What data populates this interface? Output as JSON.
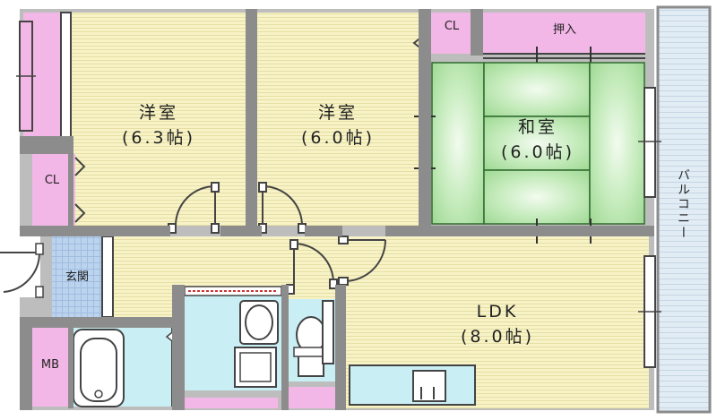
{
  "rooms": {
    "western_room_1": {
      "name": "洋室",
      "size": "(6.3帖)"
    },
    "western_room_2": {
      "name": "洋室",
      "size": "(6.0帖)"
    },
    "japanese_room": {
      "name": "和室",
      "size": "(6.0帖)"
    },
    "ldk": {
      "name": "LDK",
      "size": "(8.0帖)"
    }
  },
  "storage": {
    "closet_top": "CL",
    "closet_left": "CL",
    "oshiire": "押入",
    "meter_box": "MB"
  },
  "entrance": "玄関",
  "balcony": "バルコニー",
  "colors": {
    "wall": "#8c8c8c",
    "floor_wood": "#f7f3c6",
    "floor_wood_line": "#e4dc9c",
    "tatami": "#b8e6b0",
    "tatami_edge": "#3a7a3a",
    "storage": "#f2b7e6",
    "wet_area": "#c9eef4",
    "balcony": "#e1ecf4",
    "entrance_tile": "#bcd3ee"
  }
}
